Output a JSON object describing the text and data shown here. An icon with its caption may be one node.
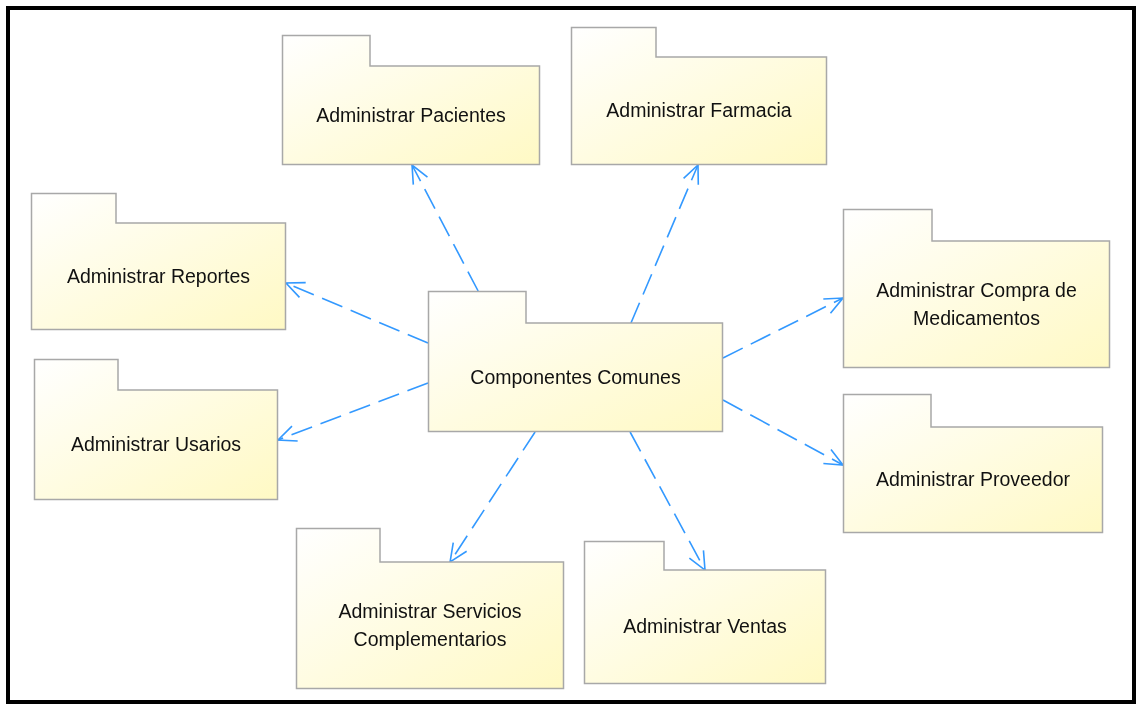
{
  "diagram": {
    "nodes": [
      {
        "text": [
          "Administrar Pacientes"
        ]
      },
      {
        "text": [
          "Administrar Farmacia"
        ]
      },
      {
        "text": [
          "Administrar Reportes"
        ]
      },
      {
        "text": [
          "Administrar Compra de Medicamentos"
        ]
      },
      {
        "text": [
          "Componentes Comunes"
        ]
      },
      {
        "text": [
          "Administrar Usarios"
        ]
      },
      {
        "text": [
          "Administrar Proveedor"
        ]
      },
      {
        "text": [
          "Administrar Servicios Complementarios"
        ]
      },
      {
        "text": [
          "Administrar Ventas"
        ]
      }
    ],
    "edges": [
      {
        "from": 4,
        "to": 0,
        "arrow": "to",
        "style": "dashed"
      },
      {
        "from": 4,
        "to": 1,
        "arrow": "to",
        "style": "dashed"
      },
      {
        "from": 4,
        "to": 2,
        "arrow": "to",
        "style": "dashed"
      },
      {
        "from": 4,
        "to": 3,
        "arrow": "to",
        "style": "dashed"
      },
      {
        "from": 4,
        "to": 5,
        "arrow": "to",
        "style": "dashed"
      },
      {
        "from": 4,
        "to": 6,
        "arrow": "to",
        "style": "dashed"
      },
      {
        "from": 4,
        "to": 7,
        "arrow": "to",
        "style": "dashed"
      },
      {
        "from": 4,
        "to": 8,
        "arrow": "to",
        "style": "dashed"
      }
    ]
  }
}
